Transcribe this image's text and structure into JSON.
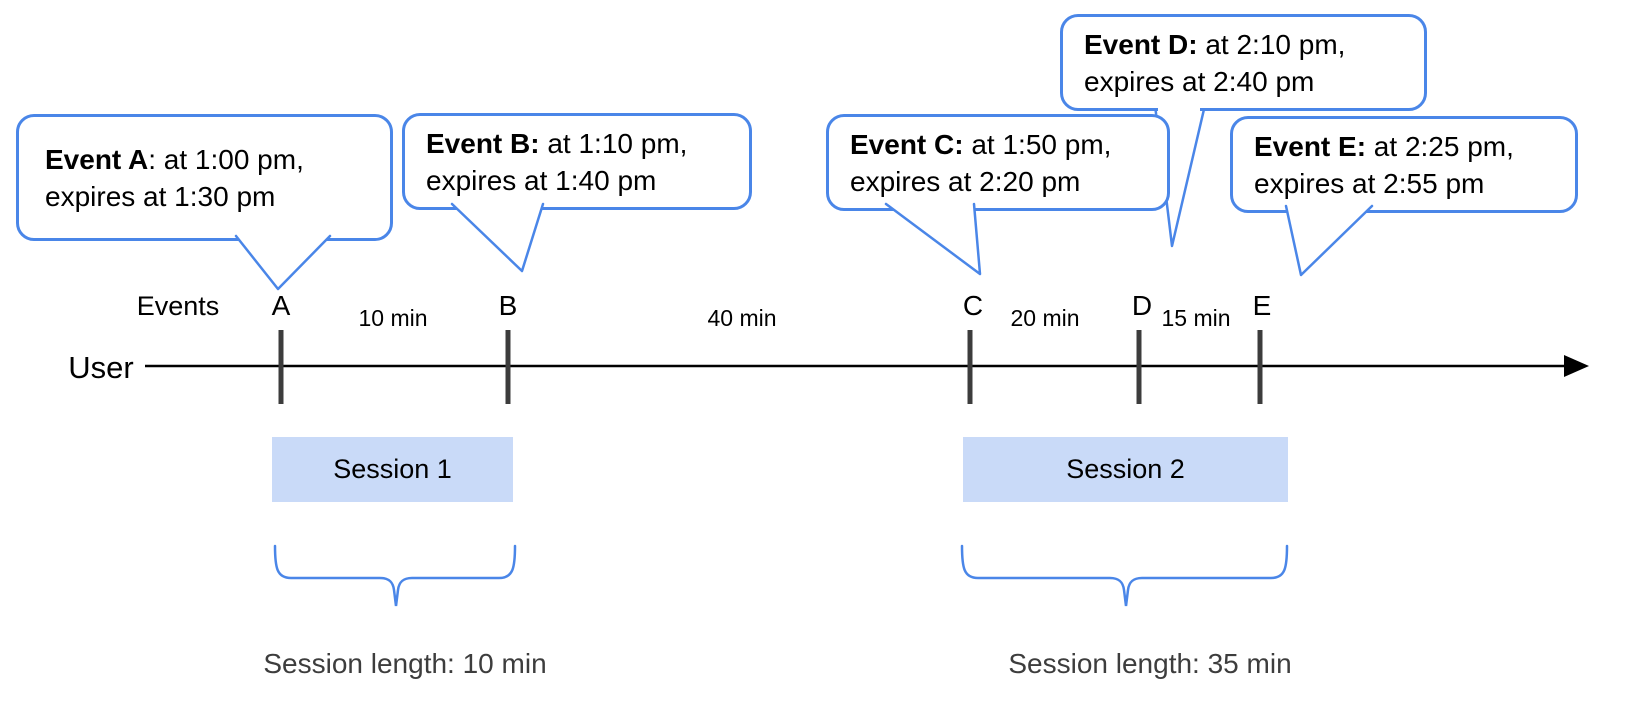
{
  "diagram": {
    "user_label": "User",
    "events_label": "Events"
  },
  "events": [
    {
      "letter": "A",
      "bold": "Event A",
      "line1_rest": ": at 1:00 pm,",
      "line2": "expires at 1:30 pm"
    },
    {
      "letter": "B",
      "bold": "Event B:",
      "line1_rest": " at 1:10 pm,",
      "line2": "expires at 1:40 pm"
    },
    {
      "letter": "C",
      "bold": "Event C:",
      "line1_rest": " at 1:50 pm,",
      "line2": "expires at 2:20 pm"
    },
    {
      "letter": "D",
      "bold": "Event D:",
      "line1_rest": " at 2:10 pm,",
      "line2": "expires at 2:40 pm"
    },
    {
      "letter": "E",
      "bold": "Event E:",
      "line1_rest": " at 2:25 pm,",
      "line2": "expires at 2:55 pm"
    }
  ],
  "intervals": [
    {
      "label": "10 min"
    },
    {
      "label": "40 min"
    },
    {
      "label": "20 min"
    },
    {
      "label": "15 min"
    }
  ],
  "sessions": [
    {
      "label": "Session 1",
      "length_label": "Session length: 10 min"
    },
    {
      "label": "Session 2",
      "length_label": "Session length: 35 min"
    }
  ],
  "colors": {
    "accent_blue": "#4a86e8",
    "session_fill": "#c9daf8",
    "tick_gray": "#3c3c3c",
    "axis_black": "#000000",
    "caption_gray": "#3d3d3d",
    "background": "#ffffff"
  }
}
